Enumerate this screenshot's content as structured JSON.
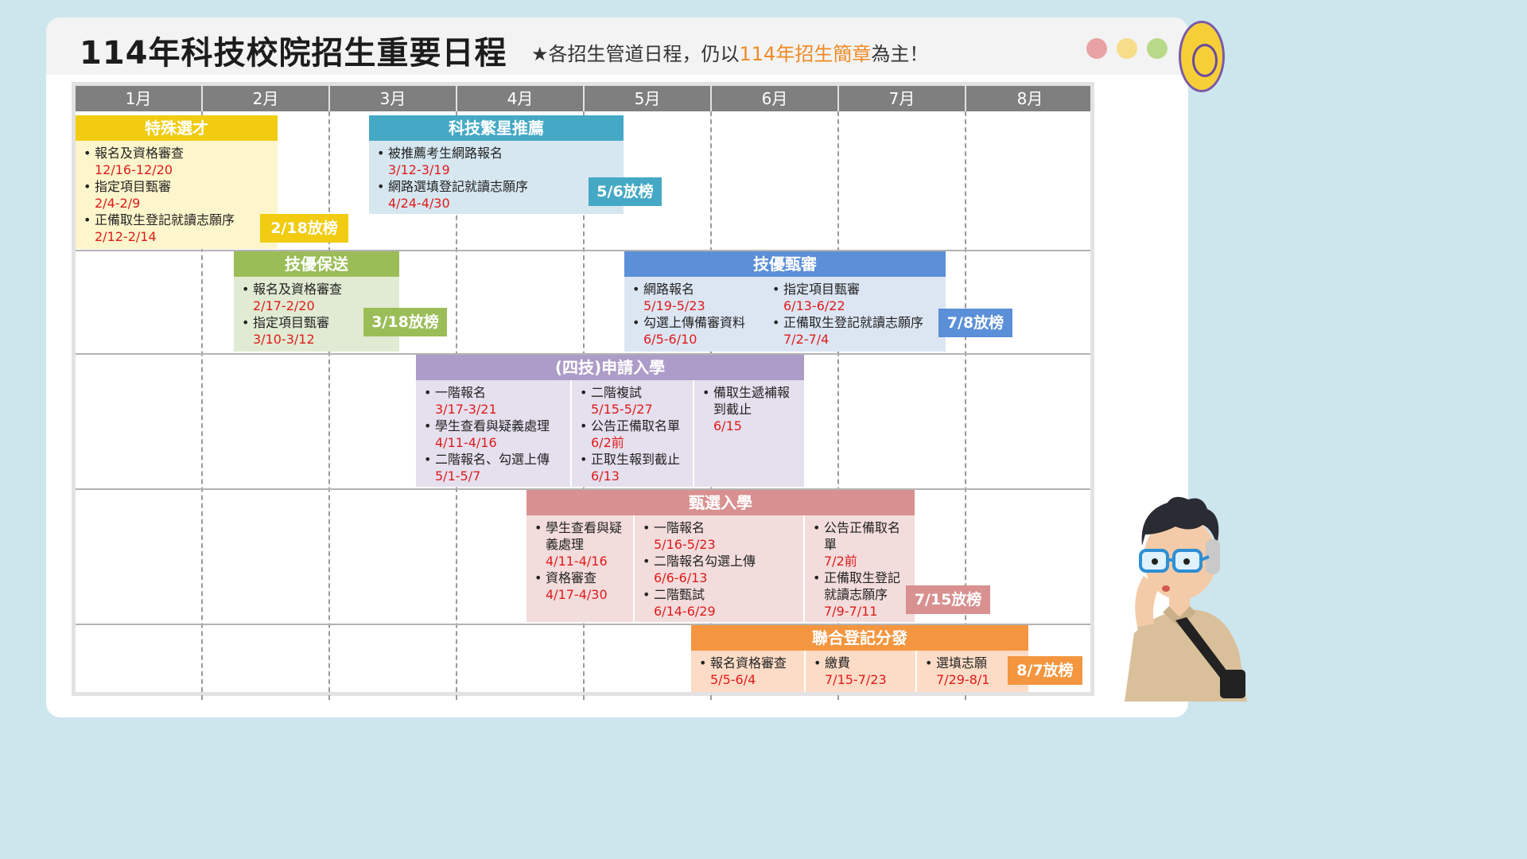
{
  "header": {
    "title": "114年科技校院招生重要日程",
    "note_prefix": "★各招生管道日程，仍以",
    "note_highlight": "114年招生簡章",
    "note_suffix": "為主！"
  },
  "months": [
    "1月",
    "2月",
    "3月",
    "4月",
    "5月",
    "6月",
    "7月",
    "8月"
  ],
  "colors": {
    "special": "#f1cc10",
    "special_bg": "#fdf6cc",
    "star": "#45a9c6",
    "star_bg": "#d6e7f0",
    "sports": "#9bbd58",
    "sports_bg": "#e1ebd3",
    "skill": "#5b8fd7",
    "skill_bg": "#dce6f3",
    "apply": "#ad9cc8",
    "apply_bg": "#e5e0ee",
    "select": "#d99090",
    "select_bg": "#f3dcdc",
    "joint": "#f4963f",
    "joint_bg": "#fcdcc7"
  },
  "programs": {
    "special": {
      "title": "特殊選才",
      "items": [
        {
          "label": "報名及資格審查",
          "date": "12/16-12/20"
        },
        {
          "label": "指定項目甄審",
          "date": "2/4-2/9"
        },
        {
          "label": "正備取生登記就讀志願序",
          "date": "2/12-2/14"
        }
      ],
      "result": "2/18放榜"
    },
    "star": {
      "title": "科技繁星推薦",
      "items": [
        {
          "label": "被推薦考生網路報名",
          "date": "3/12-3/19"
        },
        {
          "label": "網路選填登記就讀志願序",
          "date": "4/24-4/30"
        }
      ],
      "result": "5/6放榜"
    },
    "sports": {
      "title": "技優保送",
      "items": [
        {
          "label": "報名及資格審查",
          "date": "2/17-2/20"
        },
        {
          "label": "指定項目甄審",
          "date": "3/10-3/12"
        }
      ],
      "result": "3/18放榜"
    },
    "skill": {
      "title": "技優甄審",
      "col1": [
        {
          "label": "網路報名",
          "date": "5/19-5/23"
        },
        {
          "label": "勾選上傳備審資料",
          "date": "6/5-6/10"
        }
      ],
      "col2": [
        {
          "label": "指定項目甄審",
          "date": "6/13-6/22"
        },
        {
          "label": "正備取生登記就讀志願序",
          "date": "7/2-7/4"
        }
      ],
      "result": "7/8放榜"
    },
    "apply": {
      "title": "(四技)申請入學",
      "col1": [
        {
          "label": "一階報名",
          "date": "3/17-3/21"
        },
        {
          "label": "學生查看與疑義處理",
          "date": "4/11-4/16"
        },
        {
          "label": "二階報名、勾選上傳",
          "date": "5/1-5/7"
        }
      ],
      "col2": [
        {
          "label": "二階複試",
          "date": "5/15-5/27"
        },
        {
          "label": "公告正備取名單",
          "date": "6/2前"
        },
        {
          "label": "正取生報到截止",
          "date": "6/13"
        }
      ],
      "col3": [
        {
          "label": "備取生遞補報到截止",
          "date": "6/15"
        }
      ]
    },
    "select": {
      "title": "甄選入學",
      "col1": [
        {
          "label": "學生查看與疑義處理",
          "date": "4/11-4/16"
        },
        {
          "label": "資格審查",
          "date": "4/17-4/30"
        }
      ],
      "col2": [
        {
          "label": "一階報名",
          "date": "5/16-5/23"
        },
        {
          "label": "二階報名勾選上傳",
          "date": "6/6-6/13"
        },
        {
          "label": "二階甄試",
          "date": "6/14-6/29"
        }
      ],
      "col3": [
        {
          "label": "公告正備取名單",
          "date": "7/2前"
        },
        {
          "label": "正備取生登記就讀志願序",
          "date": "7/9-7/11"
        }
      ],
      "result": "7/15放榜"
    },
    "joint": {
      "title": "聯合登記分發",
      "col1": [
        {
          "label": "報名資格審查",
          "date": "5/5-6/4"
        }
      ],
      "col2": [
        {
          "label": "繳費",
          "date": "7/15-7/23"
        }
      ],
      "col3": [
        {
          "label": "選填志願",
          "date": "7/29-8/1"
        }
      ],
      "result": "8/7放榜"
    }
  }
}
